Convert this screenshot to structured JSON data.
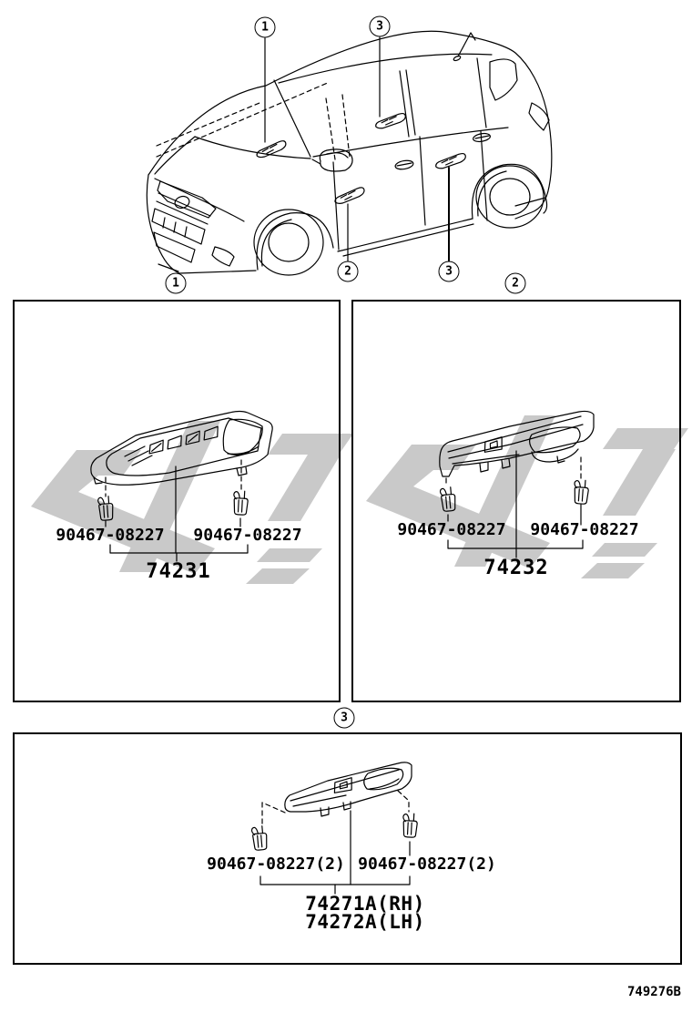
{
  "footer": {
    "code": "749276B"
  },
  "colors": {
    "ink": "#000000",
    "watermark": "#c9c9c9"
  },
  "car": {
    "description": "compact MPV line drawing, front-left 3/4 view",
    "callouts": [
      {
        "label": "1"
      },
      {
        "label": "3"
      },
      {
        "label": "2"
      },
      {
        "label": "3"
      }
    ]
  },
  "boxes": {
    "front_lh": {
      "badge": "1",
      "clip_left": "90467-08227",
      "clip_right": "90467-08227",
      "part_number": "74231"
    },
    "front_rh": {
      "badge": "2",
      "clip_left": "90467-08227",
      "clip_right": "90467-08227",
      "part_number": "74232"
    },
    "rear": {
      "badge": "3",
      "clip_left": "90467-08227(2)",
      "clip_right": "90467-08227(2)",
      "part_number_rh": "74271A(RH)",
      "part_number_lh": "74272A(LH)"
    }
  }
}
